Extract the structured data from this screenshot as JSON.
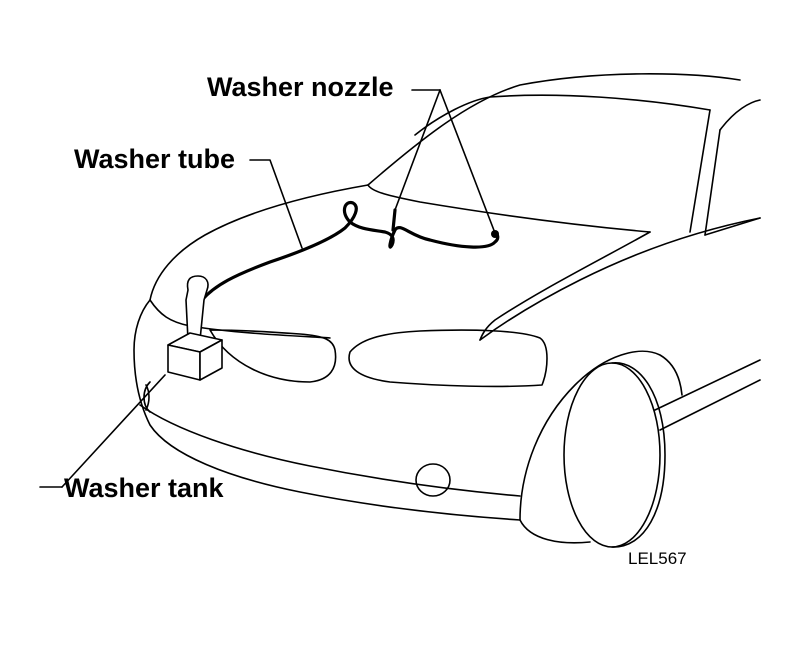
{
  "labels": {
    "washer_nozzle": "Washer nozzle",
    "washer_tube": "Washer tube",
    "washer_tank": "Washer tank"
  },
  "figure_code": "LEL567",
  "colors": {
    "line": "#000000",
    "background": "#ffffff"
  }
}
